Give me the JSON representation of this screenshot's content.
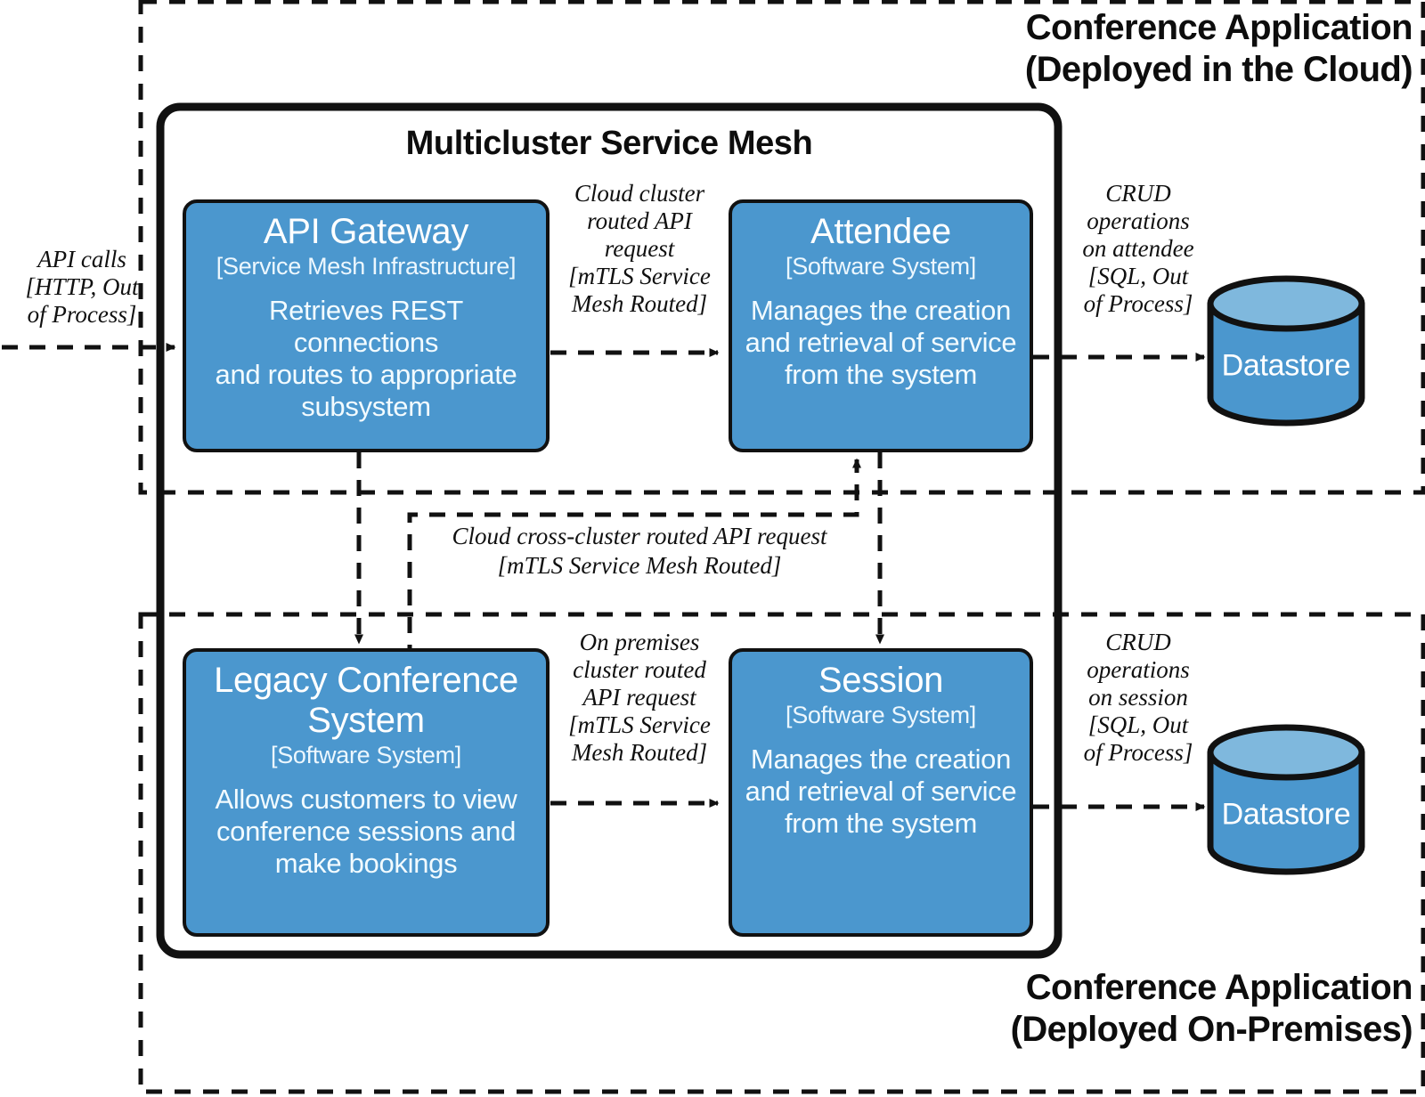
{
  "zones": {
    "cloud": {
      "title": "Conference Application\n(Deployed in the Cloud)"
    },
    "onprem": {
      "title": "Conference Application\n(Deployed On-Premises)"
    }
  },
  "mesh": {
    "title": "Multicluster Service Mesh"
  },
  "nodes": {
    "api_gateway": {
      "name": "API Gateway",
      "type": "[Service Mesh Infrastructure]",
      "desc": "Retrieves REST connections\nand routes to appropriate\nsubsystem"
    },
    "attendee": {
      "name": "Attendee",
      "type": "[Software System]",
      "desc": "Manages the creation\nand retrieval of service\nfrom the system"
    },
    "legacy": {
      "name": "Legacy Conference\nSystem",
      "type": "[Software System]",
      "desc": "Allows customers to view\nconference sessions and\nmake bookings"
    },
    "session": {
      "name": "Session",
      "type": "[Software System]",
      "desc": "Manages the creation\nand retrieval of service\nfrom the system"
    },
    "datastore_attendee": {
      "name": "Datastore"
    },
    "datastore_session": {
      "name": "Datastore"
    }
  },
  "edges": {
    "api_calls": "API calls\n[HTTP, Out\nof Process]",
    "cloud_cluster": "Cloud cluster\nrouted API\nrequest\n[mTLS Service\nMesh Routed]",
    "crud_attendee": "CRUD\noperations\non attendee\n[SQL, Out\nof Process]",
    "cross_cluster": "Cloud cross-cluster routed API request\n[mTLS Service Mesh Routed]",
    "onprem_cluster": "On premises\ncluster routed\nAPI request\n[mTLS Service\nMesh Routed]",
    "crud_session": "CRUD\noperations\non session\n[SQL, Out\nof Process]"
  },
  "colors": {
    "node_fill": "#4b97ce",
    "node_stroke": "#111111",
    "datastore_body": "#4b97ce",
    "datastore_top": "#7fb8dd",
    "text_dark": "#0d0d0d",
    "text_light": "#ffffff",
    "canvas": "#ffffff"
  }
}
